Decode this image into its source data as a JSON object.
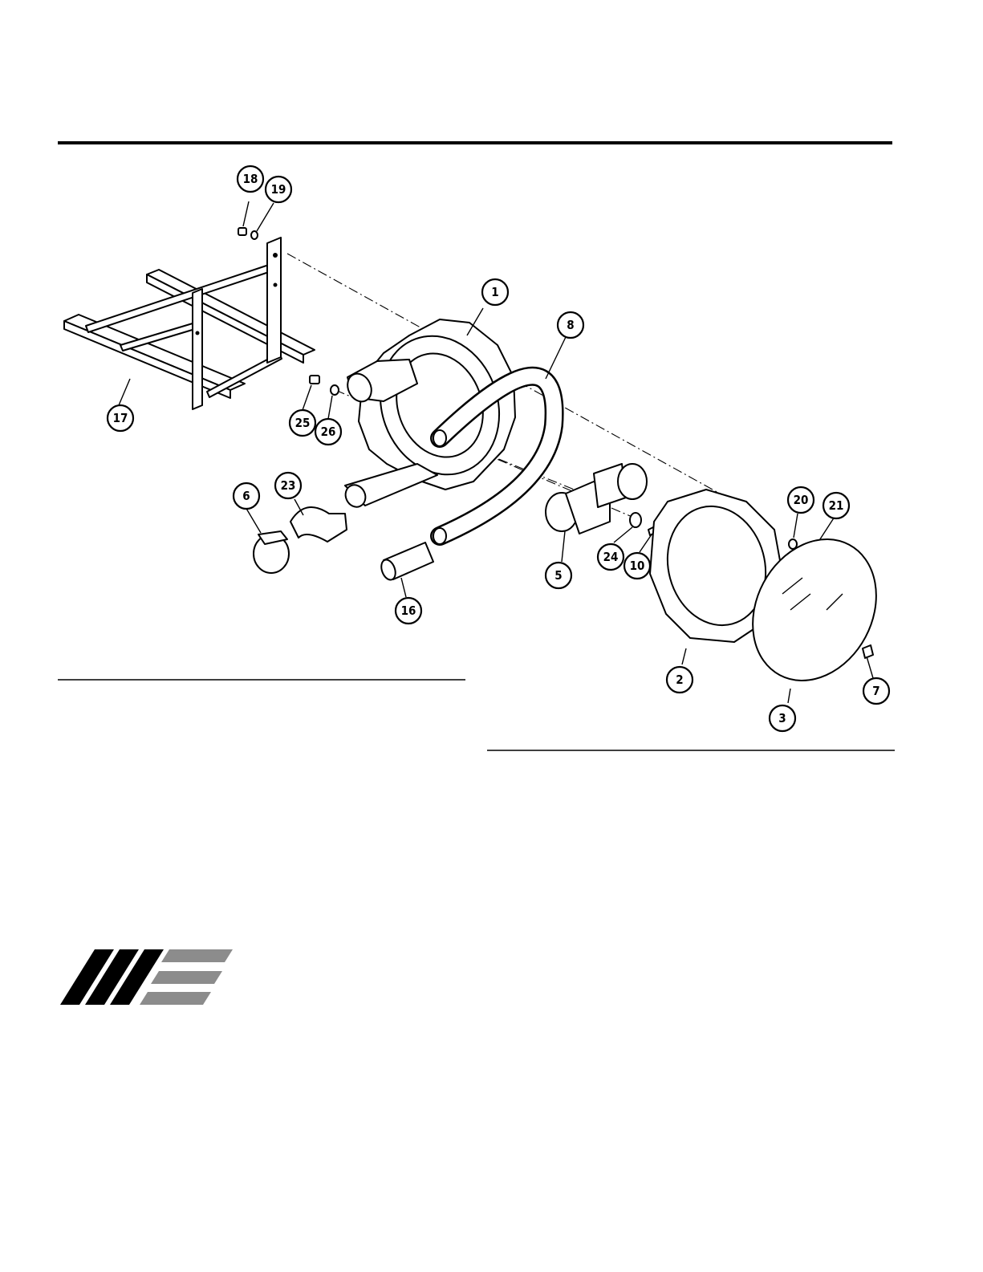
{
  "callouts": [
    {
      "id": "c1",
      "label": "1"
    },
    {
      "id": "c2",
      "label": "2"
    },
    {
      "id": "c3",
      "label": "3"
    },
    {
      "id": "c5",
      "label": "5"
    },
    {
      "id": "c6",
      "label": "6"
    },
    {
      "id": "c7",
      "label": "7"
    },
    {
      "id": "c8",
      "label": "8"
    },
    {
      "id": "c10",
      "label": "10"
    },
    {
      "id": "c16",
      "label": "16"
    },
    {
      "id": "c17",
      "label": "17"
    },
    {
      "id": "c18",
      "label": "18"
    },
    {
      "id": "c19",
      "label": "19"
    },
    {
      "id": "c20",
      "label": "20"
    },
    {
      "id": "c21",
      "label": "21"
    },
    {
      "id": "c23",
      "label": "23"
    },
    {
      "id": "c24",
      "label": "24"
    },
    {
      "id": "c25",
      "label": "25"
    },
    {
      "id": "c26",
      "label": "26"
    }
  ],
  "colors": {
    "ink": "#000000",
    "logo_dark": "#000000",
    "logo_gray": "#8c8c8c"
  },
  "icons": {
    "logo": "striped-emblem-logo"
  }
}
